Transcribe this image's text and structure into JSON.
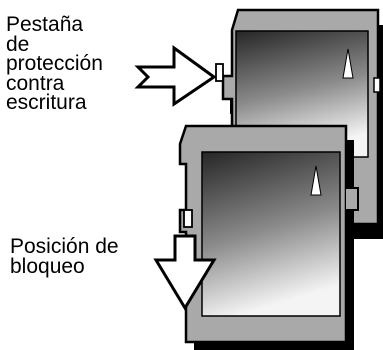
{
  "labels": {
    "write_protect_tab": [
      "Pestaña",
      "de",
      "protección",
      "contra",
      "escritura"
    ],
    "lock_position": [
      "Posición de",
      "bloqueo"
    ]
  },
  "colors": {
    "card_body": "#a9a9a9",
    "card_outline": "#000000",
    "shadow": "#000000",
    "window_dark": "#2a2a2a",
    "window_light": "#f2f2f2",
    "arrow_fill": "#ffffff"
  },
  "icons": [
    "arrow-right-icon",
    "arrow-down-icon",
    "triangle-marker-icon"
  ]
}
